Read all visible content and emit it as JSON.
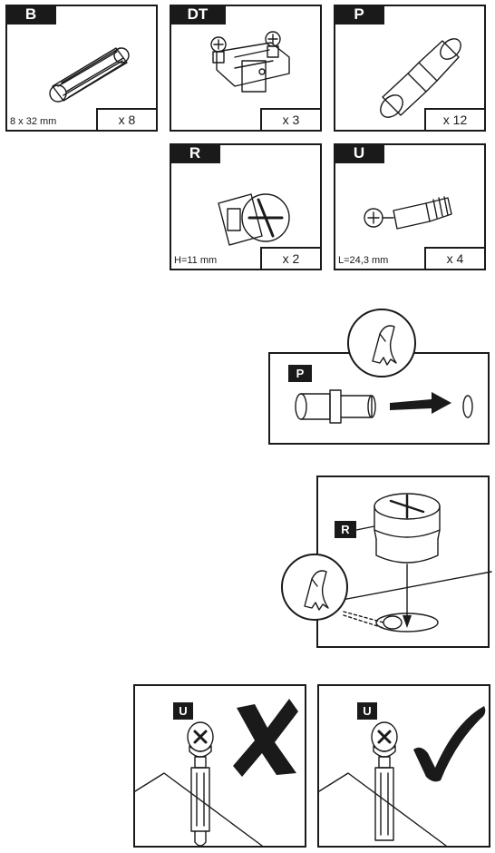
{
  "parts": [
    {
      "code": "B",
      "spec": "8 x 32 mm",
      "qty": "x 8",
      "icon": "dowel-icon"
    },
    {
      "code": "DT",
      "spec": "",
      "qty": "x 3",
      "icon": "hinge-plate-icon"
    },
    {
      "code": "P",
      "spec": "",
      "qty": "x 12",
      "icon": "shelf-pin-icon"
    },
    {
      "code": "R",
      "spec": "H=11 mm",
      "qty": "x 2",
      "icon": "cam-lock-icon"
    },
    {
      "code": "U",
      "spec": "L=24,3 mm",
      "qty": "x 4",
      "icon": "cam-bolt-icon"
    }
  ],
  "steps": {
    "shelf_pin_tag": "P",
    "cam_lock_tag": "R",
    "wrong_tag": "U",
    "right_tag": "U"
  },
  "icons": {
    "hand": "hand-push-icon",
    "wrong": "cross-mark-icon",
    "right": "check-mark-icon"
  },
  "colors": {
    "ink": "#1a1a1a",
    "paper": "#ffffff"
  }
}
